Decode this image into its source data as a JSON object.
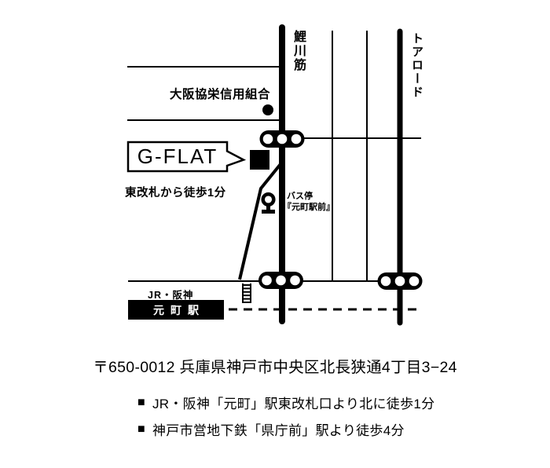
{
  "colors": {
    "ink": "#000000",
    "background": "#ffffff"
  },
  "map": {
    "road_labels": {
      "koikawa": "鯉川筋",
      "tor_road": "トアロード"
    },
    "landmarks": {
      "credit_union": "大阪協栄信用組合",
      "gflat_label": "G-FLAT",
      "walk_note": "東改札から徒歩1分",
      "bus_stop_title": "バス停",
      "bus_stop_name": "『元町駅前』",
      "rail_company": "JR・阪神",
      "station_name": "元町駅"
    },
    "icons": {
      "traffic_light": "black pill with three white dots",
      "bus_stop": "ring on pedestal",
      "stairs": "ladder glyph",
      "gflat_building": "black square",
      "credit_union_marker": "black dot",
      "railway": "dashed line"
    }
  },
  "footer": {
    "address": "〒650-0012 兵庫県神戸市中央区北長狭通4丁目3−24",
    "notes": [
      {
        "bullet": "■",
        "text": "JR・阪神「元町」駅東改札口より北に徒歩1分"
      },
      {
        "bullet": "■",
        "text": "神戸市営地下鉄「県庁前」駅より徒歩4分"
      }
    ]
  }
}
